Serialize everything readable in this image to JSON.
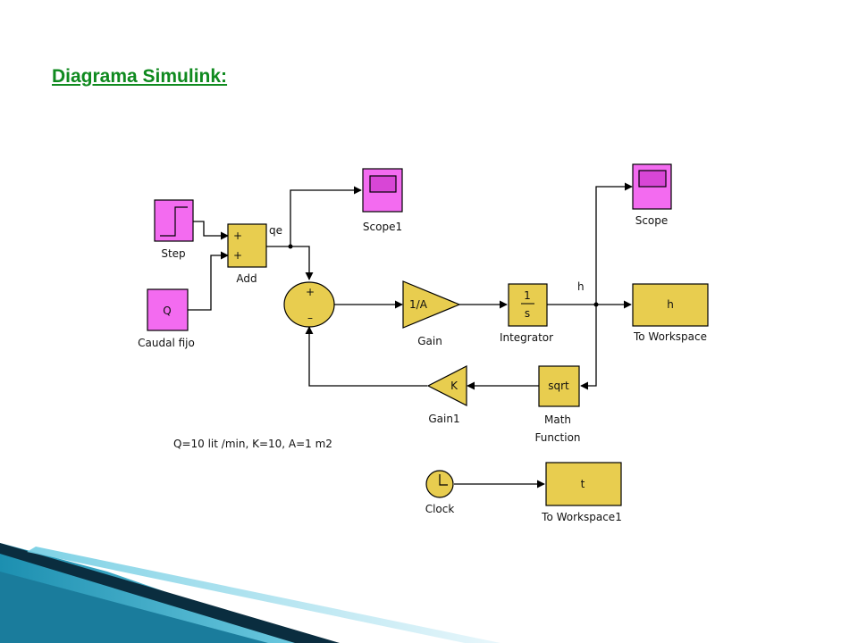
{
  "page": {
    "title": "Diagrama Simulink:"
  },
  "blocks": {
    "step": {
      "name": "Step"
    },
    "caudal": {
      "name": "Caudal fijo",
      "value": "Q"
    },
    "add": {
      "name": "Add",
      "input1": "+",
      "input2": "+"
    },
    "scope1": {
      "name": "Scope1"
    },
    "scope": {
      "name": "Scope"
    },
    "sum": {
      "plus": "+",
      "minus": "–"
    },
    "gain": {
      "name": "Gain",
      "value": "1/A"
    },
    "integrator": {
      "name": "Integrator",
      "num": "1",
      "den": "s"
    },
    "toworkspace": {
      "name": "To Workspace",
      "value": "h"
    },
    "gain1": {
      "name": "Gain1",
      "value": "K"
    },
    "mathfn": {
      "name1": "Math",
      "name2": "Function",
      "value": "sqrt"
    },
    "clock": {
      "name": "Clock"
    },
    "toworkspace1": {
      "name": "To Workspace1",
      "value": "t"
    }
  },
  "signals": {
    "qe": "qe",
    "h": "h"
  },
  "note": "Q=10 lit /min, K=10, A=1 m2",
  "colors": {
    "title": "#0f8a1f",
    "block_fill": "#e8cd4f",
    "scope_fill": "#f36bf0",
    "scope_screen": "#d846d6",
    "theme_dark": "#0a2d3f",
    "theme_teal": "#1c8fb0",
    "theme_light": "#6fcce2"
  }
}
